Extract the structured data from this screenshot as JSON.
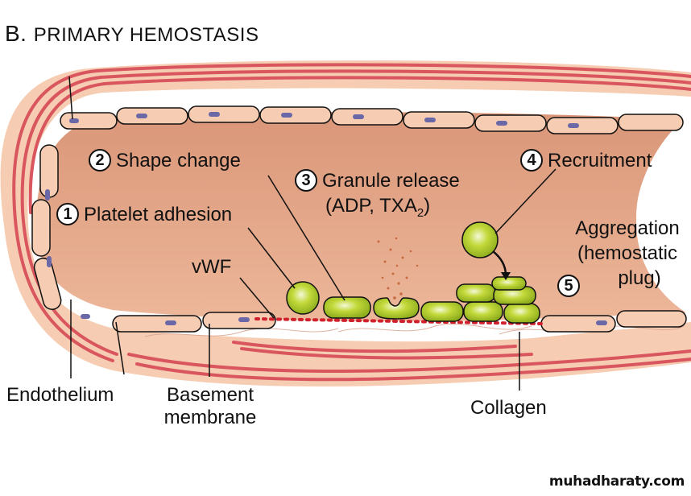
{
  "title": {
    "prefix": "B.",
    "text": "PRIMARY HEMOSTASIS"
  },
  "steps": [
    {
      "number": "1",
      "label": "Platelet adhesion"
    },
    {
      "number": "2",
      "label": "Shape change"
    },
    {
      "number": "3",
      "label_line1": "Granule release",
      "label_line2_prefix": "(ADP, TXA",
      "label_line2_sub": "2",
      "label_line2_suffix": ")"
    },
    {
      "number": "4",
      "label": "Recruitment"
    },
    {
      "number": "5",
      "label_line1": "Aggregation",
      "label_line2": "(hemostatic",
      "label_line3": "plug)"
    }
  ],
  "structure_labels": {
    "vwf": "vWF",
    "endothelium": "Endothelium",
    "basement_line1": "Basement",
    "basement_line2": "membrane",
    "collagen": "Collagen"
  },
  "colors": {
    "lumen": "#E0A183",
    "wall": "#F6CDB2",
    "muscle": "#D9565E",
    "endothelial_cell": "#F6CDB2",
    "nucleus": "#6B68A8",
    "platelet": "#A6C42C",
    "vwf_dots": "#D0202E"
  },
  "watermark": "muhadharaty.com"
}
